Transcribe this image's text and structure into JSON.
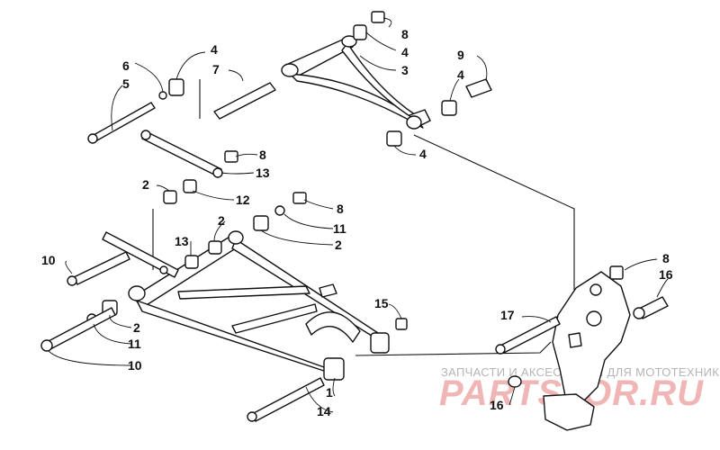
{
  "labels": [
    {
      "id": "l8a",
      "text": "8"
    },
    {
      "id": "l4a",
      "text": "4"
    },
    {
      "id": "l3",
      "text": "3"
    },
    {
      "id": "l4b",
      "text": "4"
    },
    {
      "id": "l7",
      "text": "7"
    },
    {
      "id": "l6",
      "text": "6"
    },
    {
      "id": "l5",
      "text": "5"
    },
    {
      "id": "l9",
      "text": "9"
    },
    {
      "id": "l4c",
      "text": "4"
    },
    {
      "id": "l4d",
      "text": "4"
    },
    {
      "id": "l8b",
      "text": "8"
    },
    {
      "id": "l13a",
      "text": "13"
    },
    {
      "id": "l2a",
      "text": "2"
    },
    {
      "id": "l12",
      "text": "12"
    },
    {
      "id": "l8c",
      "text": "8"
    },
    {
      "id": "l11a",
      "text": "11"
    },
    {
      "id": "l2b",
      "text": "2"
    },
    {
      "id": "l2c",
      "text": "2"
    },
    {
      "id": "l13b",
      "text": "13"
    },
    {
      "id": "l10a",
      "text": "10"
    },
    {
      "id": "l8d",
      "text": "8"
    },
    {
      "id": "l16a",
      "text": "16"
    },
    {
      "id": "l17",
      "text": "17"
    },
    {
      "id": "l15",
      "text": "15"
    },
    {
      "id": "l2d",
      "text": "2"
    },
    {
      "id": "l11b",
      "text": "11"
    },
    {
      "id": "l10b",
      "text": "10"
    },
    {
      "id": "l1",
      "text": "1"
    },
    {
      "id": "l14",
      "text": "14"
    },
    {
      "id": "l16b",
      "text": "16"
    }
  ],
  "watermark": {
    "subtitle": "ЗАПЧАСТИ И АКСЕССУАРЫ ДЛЯ МОТОТЕХНИКИ",
    "logo_text": "PARTS4OR.RU",
    "color": "#e06060"
  }
}
